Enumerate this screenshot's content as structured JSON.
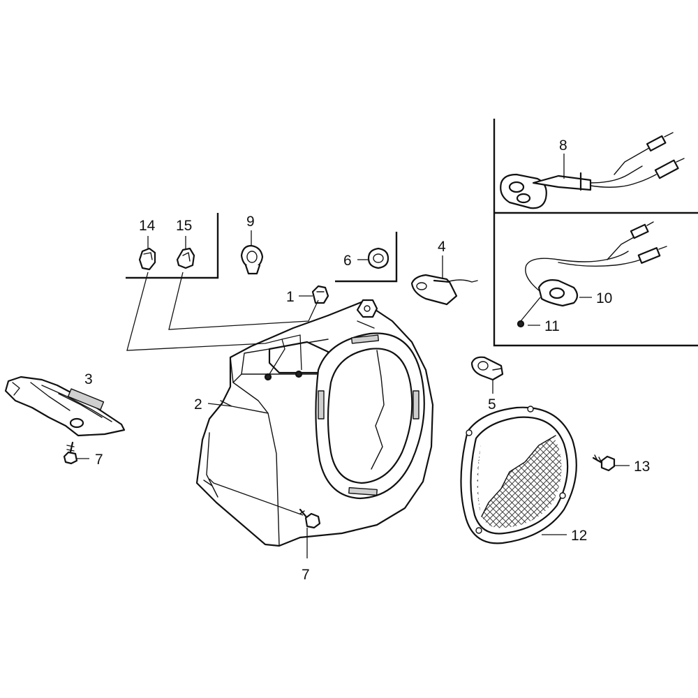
{
  "diagram": {
    "callouts": {
      "c1": "1",
      "c2": "2",
      "c3": "3",
      "c4": "4",
      "c5": "5",
      "c6": "6",
      "c7a": "7",
      "c7b": "7",
      "c8": "8",
      "c9": "9",
      "c10": "10",
      "c11": "11",
      "c12": "12",
      "c13": "13",
      "c14": "14",
      "c15": "15"
    }
  }
}
